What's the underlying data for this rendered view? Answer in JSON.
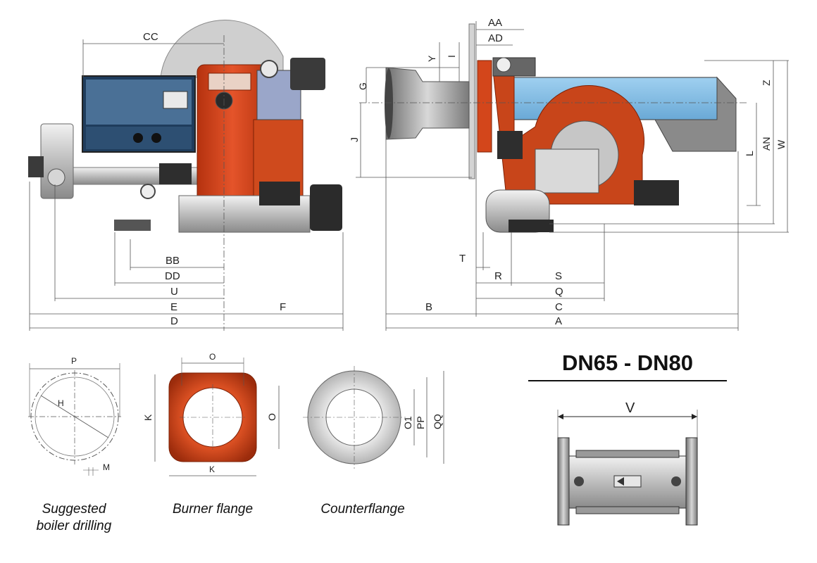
{
  "labels": {
    "cc": "CC",
    "bb": "BB",
    "dd": "DD",
    "u": "U",
    "e": "E",
    "f": "F",
    "d": "D",
    "aa": "AA",
    "ad": "AD",
    "y": "Y",
    "i": "I",
    "g": "G",
    "j": "J",
    "z": "Z",
    "an": "AN",
    "w": "W",
    "l": "L",
    "t": "T",
    "r": "R",
    "s": "S",
    "q": "Q",
    "b": "B",
    "c": "C",
    "a": "A",
    "p": "P",
    "h": "H",
    "m": "M",
    "o_top": "O",
    "o_side": "O",
    "k_side": "K",
    "k_bottom": "K",
    "o1": "O1",
    "pp": "PP",
    "qq": "QQ",
    "v": "V"
  },
  "captions": {
    "boiler_line1": "Suggested",
    "boiler_line2": "boiler drilling",
    "burner_flange": "Burner flange",
    "counterflange": "Counterflange"
  },
  "valve_title": "DN65 - DN80",
  "colors": {
    "burner_red": "#d9441a",
    "panel_blue": "#3c5f86",
    "silver": "#c9c9c9",
    "light_blue": "#8ec3e8",
    "dark": "#2b2b2b"
  }
}
